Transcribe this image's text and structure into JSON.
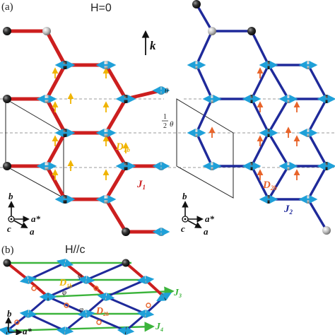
{
  "panel_a": {
    "label": "(a)",
    "field": "H=0",
    "k_label": "k",
    "theta": "θ",
    "half": "1",
    "half_den": "2",
    "half_theta": "θ",
    "d1b": "D",
    "d1b_sub": "1b",
    "j1": "J",
    "j1_sub": "1",
    "d2b": "D",
    "d2b_sub": "2b",
    "j2": "J",
    "j2_sub": "2",
    "axes_left": {
      "b": "b",
      "a_star": "a*",
      "c": "c",
      "a": "a"
    },
    "axes_right": {
      "b": "b",
      "a_star": "a*",
      "c": "c",
      "a": "a"
    }
  },
  "panel_b": {
    "label": "(b)",
    "field": "H//c",
    "phi": "φ",
    "d1b": "D",
    "d1b_sub": "1b",
    "d2b": "D",
    "d2b_sub": "2b",
    "j3": "J",
    "j3_sub": "3",
    "j4": "J",
    "j4_sub": "4",
    "axes": {
      "b": "b",
      "a_star": "a*"
    }
  },
  "colors": {
    "red_bond": "#cc1f1f",
    "blue_bond": "#1f2a9a",
    "spin_arrow": "#1fa0d8",
    "yellow_dm": "#f0b400",
    "orange_dm": "#e8642a",
    "green_j": "#3cb43c",
    "dark_atom": "#222222",
    "light_atom": "#b8b8b8"
  }
}
